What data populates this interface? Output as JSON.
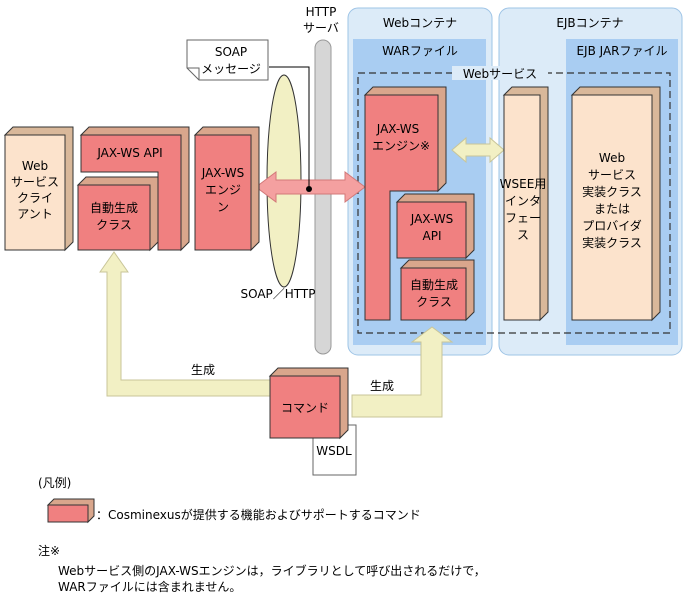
{
  "colors": {
    "pink_face": "#f08080",
    "pink_side": "#d9a68c",
    "peach_face": "#fce3cc",
    "peach_side": "#d9b89a",
    "container_blue": "#dcebf8",
    "war_blue": "#a9cdf2",
    "arrow_cream": "#f2f0c4",
    "arrow_pink": "#f4a0a0",
    "http_gray": "#d6d6d6"
  },
  "labels": {
    "web_container": "Webコンテナ",
    "ejb_container": "EJBコンテナ",
    "war_file": "WARファイル",
    "ejb_jar_file": "EJB JARファイル",
    "web_service": "Webサービス",
    "http_server": [
      "HTTP",
      "サーバ"
    ],
    "soap_message": [
      "SOAP",
      "メッセージ"
    ],
    "soap_http": "SOAP／HTTP",
    "generate_left": "生成",
    "generate_right": "生成",
    "command": "コマンド",
    "wsdl": "WSDL"
  },
  "boxes": {
    "client": [
      "Web",
      "サービス",
      "クライ",
      "アント"
    ],
    "jaxws_api_left": "JAX-WS API",
    "auto_gen_left": [
      "自動生成",
      "クラス"
    ],
    "jaxws_engine_left": [
      "JAX-WS",
      "エンジ",
      "ン"
    ],
    "jaxws_engine_right": [
      "JAX-WS",
      "エンジン※"
    ],
    "jaxws_api_right": [
      "JAX-WS",
      "API"
    ],
    "auto_gen_right": [
      "自動生成",
      "クラス"
    ],
    "wsee": [
      "WSEE用",
      "インタ",
      "フェー",
      "ス"
    ],
    "impl": [
      "Web",
      "サービス",
      "実装クラス",
      "または",
      "プロバイダ",
      "実装クラス"
    ]
  },
  "legend": {
    "title": "(凡例)",
    "item": "：Cosminexusが提供する機能およびサポートするコマンド"
  },
  "note": {
    "title": "注※",
    "lines": [
      "Webサービス側のJAX-WSエンジンは，ライブラリとして呼び出されるだけで，",
      "WARファイルには含まれません。"
    ]
  }
}
